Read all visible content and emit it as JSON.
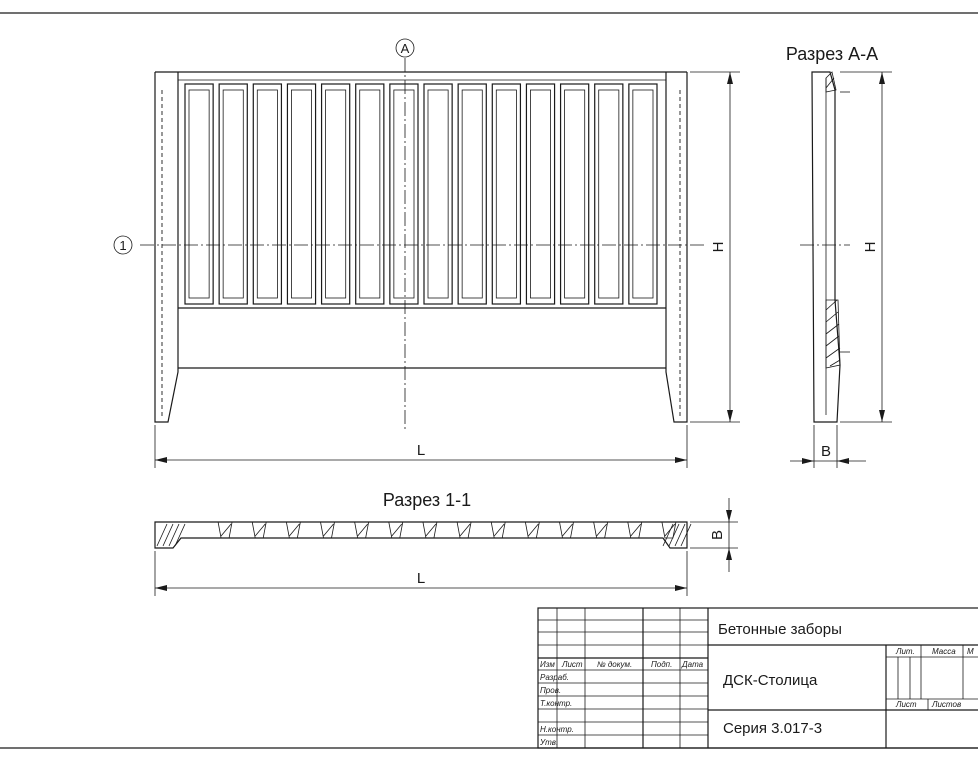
{
  "marks": {
    "axis_a": "A",
    "axis_1": "1"
  },
  "views": {
    "section_aa_title": "Разрез А-А",
    "section_11_title": "Разрез 1-1"
  },
  "dimensions": {
    "length": "L",
    "height": "H",
    "thickness": "B"
  },
  "title_block": {
    "title": "Бетонные заборы",
    "company": "ДСК-Столица",
    "series": "Серия 3.017-3",
    "col_headers": [
      "Изм",
      "Лист",
      "№ докум.",
      "Подп.",
      "Дата"
    ],
    "rows": [
      "Разраб.",
      "Пров.",
      "Т.контр.",
      "Н.контр.",
      "Утв."
    ],
    "right_headers": [
      "Лит.",
      "Масса",
      "М"
    ],
    "sheet_labels": [
      "Лист",
      "Листов"
    ]
  },
  "panel": {
    "slat_count": 14
  }
}
